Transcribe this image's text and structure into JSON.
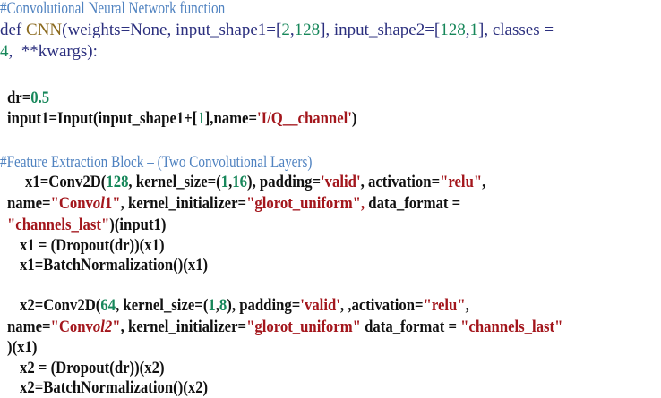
{
  "colors": {
    "comment": "#4f82c0",
    "keyword": "#2b2f7e",
    "function_name": "#8b6a1e",
    "number": "#17875a",
    "string": "#a3161c",
    "code": "#111111"
  },
  "lines": [
    {
      "segments": [
        {
          "k": "c",
          "t": "#Convolutional Neural Network function"
        }
      ]
    },
    {
      "segments": [
        {
          "k": "k",
          "t": "def "
        },
        {
          "k": "f",
          "t": "CNN"
        },
        {
          "k": "k",
          "t": "(weights=None, input_shape1=["
        },
        {
          "k": "n",
          "t": "2"
        },
        {
          "k": "k",
          "t": ","
        },
        {
          "k": "n",
          "t": "128"
        },
        {
          "k": "k",
          "t": "], input_shape2=["
        },
        {
          "k": "n",
          "t": "128"
        },
        {
          "k": "k",
          "t": ","
        },
        {
          "k": "n",
          "t": "1"
        },
        {
          "k": "k",
          "t": "], classes ="
        }
      ]
    },
    {
      "segments": [
        {
          "k": "n",
          "t": "4"
        },
        {
          "k": "k",
          "t": ",  **kwargs):"
        }
      ]
    },
    {
      "segments": [
        {
          "k": "b",
          "t": "dr="
        },
        {
          "k": "bn",
          "t": "0.5"
        }
      ]
    },
    {
      "segments": [
        {
          "k": "b",
          "t": "input1=Input(input_shape1+["
        },
        {
          "k": "n",
          "t": "1"
        },
        {
          "k": "b",
          "t": "],name="
        },
        {
          "k": "bs",
          "t": "'I/Q__channel'"
        },
        {
          "k": "b",
          "t": ")"
        }
      ]
    },
    {
      "segments": [
        {
          "k": "c",
          "t": "#Feature Extraction Block – (Two Convolutional Layers)"
        }
      ]
    },
    {
      "segments": [
        {
          "k": "b",
          "t": "x1=Conv2D("
        },
        {
          "k": "bn",
          "t": "128"
        },
        {
          "k": "b",
          "t": ", kernel_size=("
        },
        {
          "k": "bn",
          "t": "1"
        },
        {
          "k": "b",
          "t": ","
        },
        {
          "k": "bn",
          "t": "16"
        },
        {
          "k": "b",
          "t": "), padding="
        },
        {
          "k": "bs",
          "t": "'valid'"
        },
        {
          "k": "b",
          "t": ", activation="
        },
        {
          "k": "bs",
          "t": "\"relu\""
        },
        {
          "k": "b",
          "t": ","
        }
      ]
    },
    {
      "segments": [
        {
          "k": "b",
          "t": "name="
        },
        {
          "k": "bs",
          "t": "\"Conv"
        },
        {
          "k": "bsi",
          "t": "ol"
        },
        {
          "k": "bs",
          "t": "1\""
        },
        {
          "k": "b",
          "t": ", kernel_initializer="
        },
        {
          "k": "bs",
          "t": "\"glorot_uniform\","
        },
        {
          "k": "b",
          "t": " data_format ="
        }
      ]
    },
    {
      "segments": [
        {
          "k": "bs",
          "t": "\"channels_last\""
        },
        {
          "k": "b",
          "t": ")(input1)"
        }
      ]
    },
    {
      "segments": [
        {
          "k": "b",
          "t": "x1 = (Dropout(dr))(x1)"
        }
      ]
    },
    {
      "segments": [
        {
          "k": "b",
          "t": "x1=BatchNormalization()(x1)"
        }
      ]
    },
    {
      "segments": [
        {
          "k": "b",
          "t": "x2=Conv2D("
        },
        {
          "k": "bn",
          "t": "64"
        },
        {
          "k": "b",
          "t": ", kernel_size=("
        },
        {
          "k": "bn",
          "t": "1"
        },
        {
          "k": "b",
          "t": ","
        },
        {
          "k": "bn",
          "t": "8"
        },
        {
          "k": "b",
          "t": "), padding="
        },
        {
          "k": "bs",
          "t": "'valid'"
        },
        {
          "k": "b",
          "t": ", ,activation="
        },
        {
          "k": "bs",
          "t": "\"relu\""
        },
        {
          "k": "b",
          "t": ","
        }
      ]
    },
    {
      "segments": [
        {
          "k": "b",
          "t": "name="
        },
        {
          "k": "bs",
          "t": "\"Conv"
        },
        {
          "k": "bsi",
          "t": "ol2"
        },
        {
          "k": "bs",
          "t": "\""
        },
        {
          "k": "b",
          "t": ", kernel_initializer="
        },
        {
          "k": "bs",
          "t": "\"glorot_uniform\""
        },
        {
          "k": "b",
          "t": " data_format = "
        },
        {
          "k": "bs",
          "t": "\"channels_last\""
        }
      ]
    },
    {
      "segments": [
        {
          "k": "b",
          "t": ")(x1)"
        }
      ]
    },
    {
      "segments": [
        {
          "k": "b",
          "t": "x2 = (Dropout(dr))(x2)"
        }
      ]
    },
    {
      "segments": [
        {
          "k": "b",
          "t": "x2=BatchNormalization()(x2)"
        }
      ]
    }
  ]
}
